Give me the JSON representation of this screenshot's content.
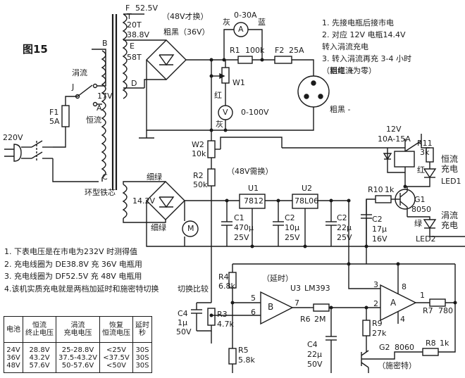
{
  "figure": {
    "title": "图15"
  },
  "notes_top": [
    "1. 先接电瓶后接市电",
    "2. 对应 12V 电瓶14.4V",
    "   转入涓流充电",
    "3. 转入涓流再充 3-4 小时",
    "   （到电流为零）"
  ],
  "notes_bottom": [
    "1. 下表电压是在市电为232V 时测得值",
    "2. 充电线圈为 DE38.8V 充 36V 电瓶用",
    "3. 充电线圈为 DF52.5V 充 48V 电瓶用",
    "4.该机实质充电就是两档加延时和施密特切换"
  ],
  "table": {
    "headers": [
      "电池",
      "恒流\n终止电压",
      "涓流\n充电电压",
      "恢复\n恒流电压",
      "延时\n秒"
    ],
    "rows": [
      [
        "24V\n36V\n48V",
        "28.8V\n43.2V\n57.6V",
        "25-28.8V\n37.5-43.2V\n50-57.6V",
        "<25V\n<37.5V\n<50V",
        "30S\n30S\n30S"
      ]
    ]
  },
  "labels": {
    "T": "T",
    "F": "F",
    "F_volt": "52.5V",
    "note_48": "（48V才换）",
    "turns20": "20T",
    "volt388": "38.8V",
    "E": "E",
    "turns58": "58T",
    "D": "D",
    "coarse_black": "粗黑（36V）",
    "B": "B",
    "trickle": "涓流",
    "J": "J",
    "v17": "17V",
    "A": "A",
    "const": "恒流",
    "C": "C",
    "core": "环型铁芯",
    "F1": "F1",
    "F1v": "5A",
    "v220": "220V",
    "ammeter": "A",
    "amm_range": "0-30A",
    "gray": "灰",
    "blue": "蓝",
    "R1": "R1",
    "R1v": "100k",
    "F2": "F2",
    "F2v": "25A",
    "W1": "W1",
    "red": "红",
    "voltmeter": "V",
    "volt_range": "0-100V",
    "gray2": "灰",
    "coarse_red": "粗红 +",
    "coarse_black2": "粗黑 -",
    "W2": "W2",
    "W2v": "10k",
    "R2": "R2",
    "R2v": "50k",
    "need48": "（48V需换）",
    "thin_green": "细绿",
    "v142": "14.2V",
    "thin_green2": "细绿",
    "motor": "M",
    "U1": "U1",
    "U1v": "7812",
    "U2": "U2",
    "U2v": "78L06",
    "C1": "C1",
    "C1a": "470μ",
    "C1b": "25V",
    "C2a_name": "C2",
    "C2a1": "10μ",
    "C2a2": "25V",
    "C2b_name": "C2",
    "C2b1": "22μ",
    "C2b2": "25V",
    "C2c_name": "C2",
    "C2c1": "17μ",
    "C2c2": "16V",
    "relay": "12V",
    "relay2": "10A-15A",
    "R11": "R11",
    "R11v": "3k",
    "led_red": "红",
    "const_charge": "恒流\n充电",
    "LED1": "LED1",
    "R10": "R10",
    "R10v": "1k",
    "G1": "G1",
    "G1v": "8050",
    "led_green": "绿",
    "trickle_charge": "涓流\n充电",
    "LED2": "LED2",
    "R4": "R4",
    "R4v": "6.8k",
    "delay": "（延时）",
    "U3": "U3",
    "U3v": "LM393",
    "switch_cmp": "切换比较",
    "C4": "C4",
    "C4a": "1μ",
    "C4b": "50V",
    "R3": "R3",
    "R3v": "4.7k",
    "p5": "5",
    "p6": "6",
    "opB": "B",
    "p7": "7",
    "R6": "R6",
    "R6v": "2M",
    "p3": "3",
    "p8": "8",
    "p2": "2",
    "opA": "A",
    "p1": "1",
    "p4": "4",
    "R7": "R7",
    "R7v": "780",
    "R9": "R9",
    "R9v": "27k",
    "C4c": "C4",
    "C4c1": "22μ",
    "C4c2": "50V",
    "R5": "R5",
    "R5v": "5.8k",
    "G2": "G2",
    "G2v": "8060",
    "R8": "R8",
    "R8v": "1k",
    "schmitt": "（施密特）"
  }
}
